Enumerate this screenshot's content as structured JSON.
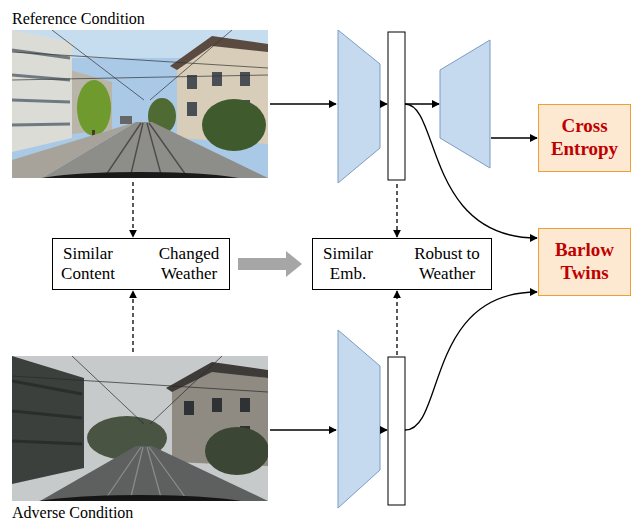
{
  "diagram": {
    "nodes": [
      {
        "text": [
          "Reference Condition"
        ]
      },
      {
        "text": [
          "Similar Content",
          "Changed Weather"
        ]
      },
      {
        "text": [
          "Similar Emb.",
          "Robust to Weather"
        ]
      },
      {
        "text": [
          "Cross Entropy"
        ]
      },
      {
        "text": [
          "Barlow Twins"
        ]
      },
      {
        "text": [
          "Adverse Condition"
        ]
      }
    ],
    "edges": [
      {
        "from": 0,
        "to": 1,
        "arrow": "to"
      },
      {
        "from": 5,
        "to": 1,
        "arrow": "to"
      },
      {
        "from": 1,
        "to": 2,
        "arrow": "to"
      }
    ]
  }
}
